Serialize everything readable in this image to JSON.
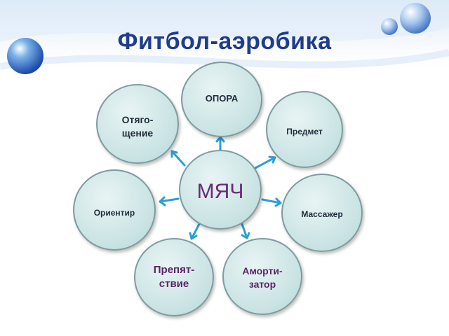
{
  "title": "Фитбол-аэробика",
  "center": {
    "label": "МЯЧ",
    "color": "#6a2a7a"
  },
  "nodes": [
    {
      "id": "opora",
      "label": "ОПОРА",
      "color": "#1f2a3a"
    },
    {
      "id": "predmet",
      "label": "Предмет",
      "color": "#1f2a3a"
    },
    {
      "id": "massazher",
      "label": "Массажер",
      "color": "#1f2a3a"
    },
    {
      "id": "amortizator",
      "label": "Аморти-\nзатор",
      "color": "#5a2466"
    },
    {
      "id": "prepyatstvie",
      "label": "Препят-\nствие",
      "color": "#5a2466"
    },
    {
      "id": "orientir",
      "label": "Ориентир",
      "color": "#1f2a3a"
    },
    {
      "id": "otyagoshchenie",
      "label": "Отяго-\nщение",
      "color": "#1f2a3a"
    }
  ],
  "colors": {
    "title": "#1f3d8c",
    "arrow": "#2a9fd6",
    "node_border": "#7d9ba1"
  }
}
